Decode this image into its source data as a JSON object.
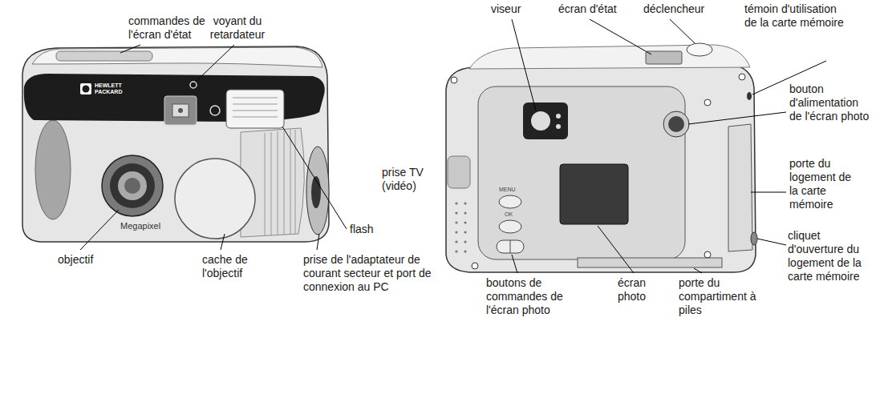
{
  "diagram": {
    "labels": [
      "commandes de l'écran d'état",
      "voyant du retardateur",
      "prise TV (vidéo)",
      "flash",
      "objectif",
      "cache de l'objectif",
      "prise de l'adaptateur de courant secteur et port de connexion au PC",
      "viseur",
      "écran d'état",
      "déclencheur",
      "témoin d'utilisation de la carte mémoire",
      "bouton d'alimentation de l'écran photo",
      "porte du logement de la carte mémoire",
      "cliquet d'ouverture du logement de la carte mémoire",
      "boutons de commandes de l'écran photo",
      "écran photo",
      "porte du compartiment à piles",
      "HEWLETT",
      "PACKARD",
      "Megapixel",
      "MENU",
      "OK"
    ]
  }
}
